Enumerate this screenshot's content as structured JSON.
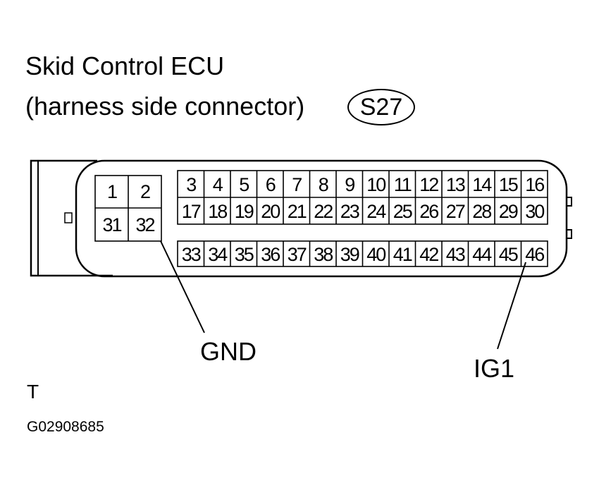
{
  "title": {
    "line1": "Skid Control ECU",
    "line2": "(harness side connector)",
    "connector_code": "S27"
  },
  "pins": {
    "left_block": [
      "1",
      "2",
      "31",
      "32"
    ],
    "upper_row1": [
      "3",
      "4",
      "5",
      "6",
      "7",
      "8",
      "9",
      "10",
      "11",
      "12",
      "13",
      "14",
      "15",
      "16"
    ],
    "upper_row2": [
      "17",
      "18",
      "19",
      "20",
      "21",
      "22",
      "23",
      "24",
      "25",
      "26",
      "27",
      "28",
      "29",
      "30"
    ],
    "lower_row": [
      "33",
      "34",
      "35",
      "36",
      "37",
      "38",
      "39",
      "40",
      "41",
      "42",
      "43",
      "44",
      "45",
      "46"
    ]
  },
  "signals": {
    "gnd": "GND",
    "ig1": "IG1"
  },
  "view_letter": "T",
  "figure_code": "G02908685"
}
